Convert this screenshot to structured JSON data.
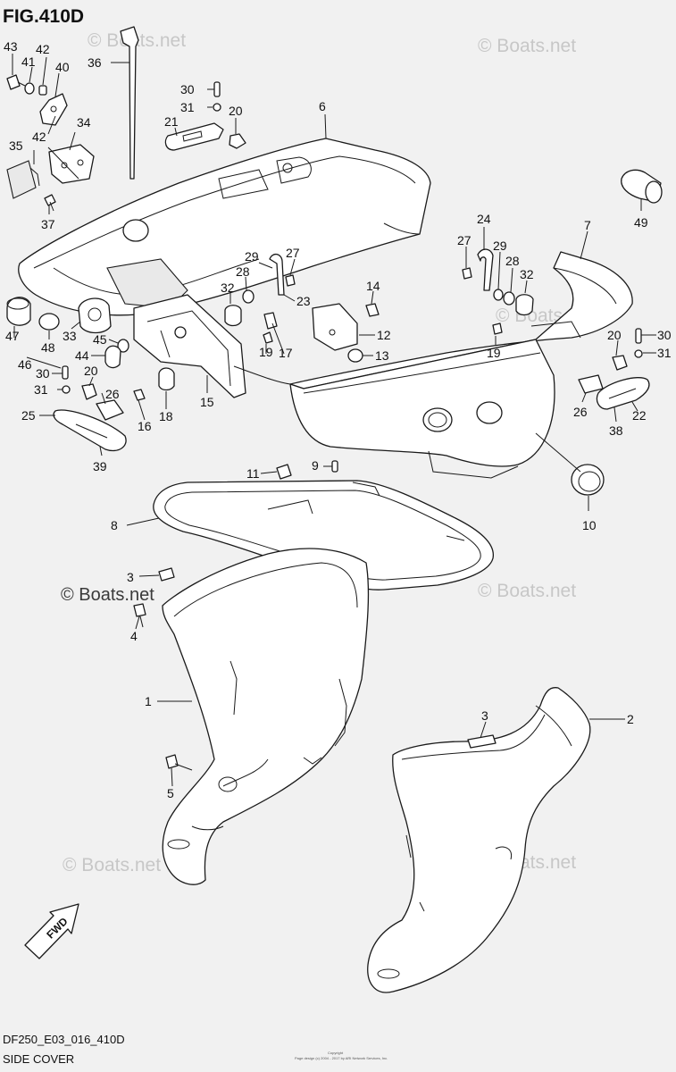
{
  "figure": {
    "title": "FIG.410D",
    "code": "DF250_E03_016_410D",
    "name": "SIDE COVER",
    "copyright_line1": "Copyright",
    "copyright_line2": "Page design (c) 2004 - 2017 by ARI Network Services, Inc.",
    "fwd_label": "FWD"
  },
  "watermark": "© Boats.net",
  "callouts": [
    {
      "id": "c43",
      "label": "43"
    },
    {
      "id": "c42a",
      "label": "42"
    },
    {
      "id": "c41",
      "label": "41"
    },
    {
      "id": "c40",
      "label": "40"
    },
    {
      "id": "c36",
      "label": "36"
    },
    {
      "id": "c34",
      "label": "34"
    },
    {
      "id": "c42b",
      "label": "42"
    },
    {
      "id": "c35",
      "label": "35"
    },
    {
      "id": "c37",
      "label": "37"
    },
    {
      "id": "c30a",
      "label": "30"
    },
    {
      "id": "c31a",
      "label": "31"
    },
    {
      "id": "c20a",
      "label": "20"
    },
    {
      "id": "c21",
      "label": "21"
    },
    {
      "id": "c6",
      "label": "6"
    },
    {
      "id": "c49",
      "label": "49"
    },
    {
      "id": "c24",
      "label": "24"
    },
    {
      "id": "c7",
      "label": "7"
    },
    {
      "id": "c27a",
      "label": "27"
    },
    {
      "id": "c29a",
      "label": "29"
    },
    {
      "id": "c28a",
      "label": "28"
    },
    {
      "id": "c32a",
      "label": "32"
    },
    {
      "id": "c27b",
      "label": "27"
    },
    {
      "id": "c29b",
      "label": "29"
    },
    {
      "id": "c28b",
      "label": "28"
    },
    {
      "id": "c32b",
      "label": "32"
    },
    {
      "id": "c14",
      "label": "14"
    },
    {
      "id": "c23",
      "label": "23"
    },
    {
      "id": "c12",
      "label": "12"
    },
    {
      "id": "c13",
      "label": "13"
    },
    {
      "id": "c19a",
      "label": "19"
    },
    {
      "id": "c17",
      "label": "17"
    },
    {
      "id": "c19b",
      "label": "19"
    },
    {
      "id": "c20b",
      "label": "20"
    },
    {
      "id": "c30b",
      "label": "30"
    },
    {
      "id": "c31b",
      "label": "31"
    },
    {
      "id": "c47",
      "label": "47"
    },
    {
      "id": "c48",
      "label": "48"
    },
    {
      "id": "c33",
      "label": "33"
    },
    {
      "id": "c45",
      "label": "45"
    },
    {
      "id": "c44",
      "label": "44"
    },
    {
      "id": "c46",
      "label": "46"
    },
    {
      "id": "c30c",
      "label": "30"
    },
    {
      "id": "c20c",
      "label": "20"
    },
    {
      "id": "c31c",
      "label": "31"
    },
    {
      "id": "c26a",
      "label": "26"
    },
    {
      "id": "c25",
      "label": "25"
    },
    {
      "id": "c16",
      "label": "16"
    },
    {
      "id": "c18",
      "label": "18"
    },
    {
      "id": "c15",
      "label": "15"
    },
    {
      "id": "c39",
      "label": "39"
    },
    {
      "id": "c26b",
      "label": "26"
    },
    {
      "id": "c22",
      "label": "22"
    },
    {
      "id": "c38",
      "label": "38"
    },
    {
      "id": "c11",
      "label": "11"
    },
    {
      "id": "c9",
      "label": "9"
    },
    {
      "id": "c8",
      "label": "8"
    },
    {
      "id": "c10",
      "label": "10"
    },
    {
      "id": "c3a",
      "label": "3"
    },
    {
      "id": "c4",
      "label": "4"
    },
    {
      "id": "c1",
      "label": "1"
    },
    {
      "id": "c3b",
      "label": "3"
    },
    {
      "id": "c2",
      "label": "2"
    },
    {
      "id": "c5",
      "label": "5"
    }
  ]
}
